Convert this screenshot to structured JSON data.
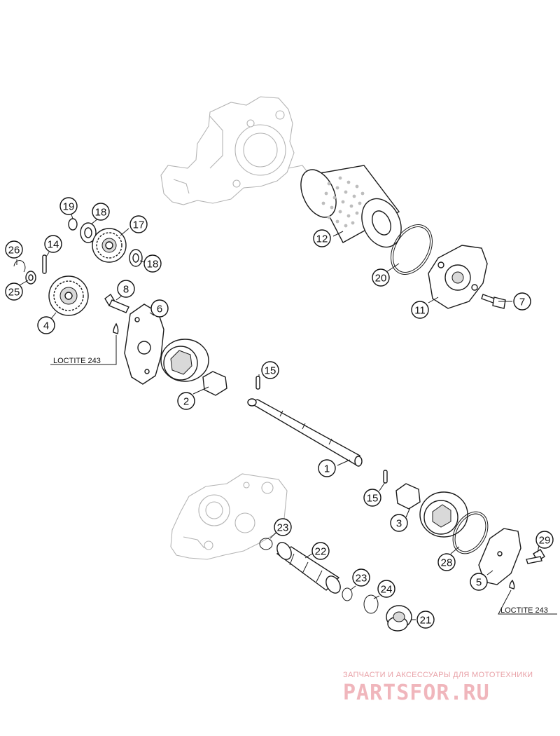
{
  "callouts": [
    {
      "id": "c1",
      "label": "1"
    },
    {
      "id": "c2",
      "label": "2"
    },
    {
      "id": "c3",
      "label": "3"
    },
    {
      "id": "c4",
      "label": "4"
    },
    {
      "id": "c5",
      "label": "5"
    },
    {
      "id": "c6",
      "label": "6"
    },
    {
      "id": "c7",
      "label": "7"
    },
    {
      "id": "c8",
      "label": "8"
    },
    {
      "id": "c11",
      "label": "11"
    },
    {
      "id": "c12",
      "label": "12"
    },
    {
      "id": "c14",
      "label": "14"
    },
    {
      "id": "c15a",
      "label": "15"
    },
    {
      "id": "c15b",
      "label": "15"
    },
    {
      "id": "c17",
      "label": "17"
    },
    {
      "id": "c18a",
      "label": "18"
    },
    {
      "id": "c18b",
      "label": "18"
    },
    {
      "id": "c19",
      "label": "19"
    },
    {
      "id": "c20",
      "label": "20"
    },
    {
      "id": "c21",
      "label": "21"
    },
    {
      "id": "c22",
      "label": "22"
    },
    {
      "id": "c23a",
      "label": "23"
    },
    {
      "id": "c23b",
      "label": "23"
    },
    {
      "id": "c24",
      "label": "24"
    },
    {
      "id": "c25",
      "label": "25"
    },
    {
      "id": "c26",
      "label": "26"
    },
    {
      "id": "c28",
      "label": "28"
    },
    {
      "id": "c29",
      "label": "29"
    }
  ],
  "notes": {
    "loctite_left": "LOCTITE 243",
    "loctite_right": "LOCTITE 243"
  },
  "watermark": {
    "subtitle": "ЗАПЧАСТИ И АКСЕССУАРЫ ДЛЯ МОТОТЕХНИКИ",
    "brand": "PARTSFOR.RU"
  }
}
